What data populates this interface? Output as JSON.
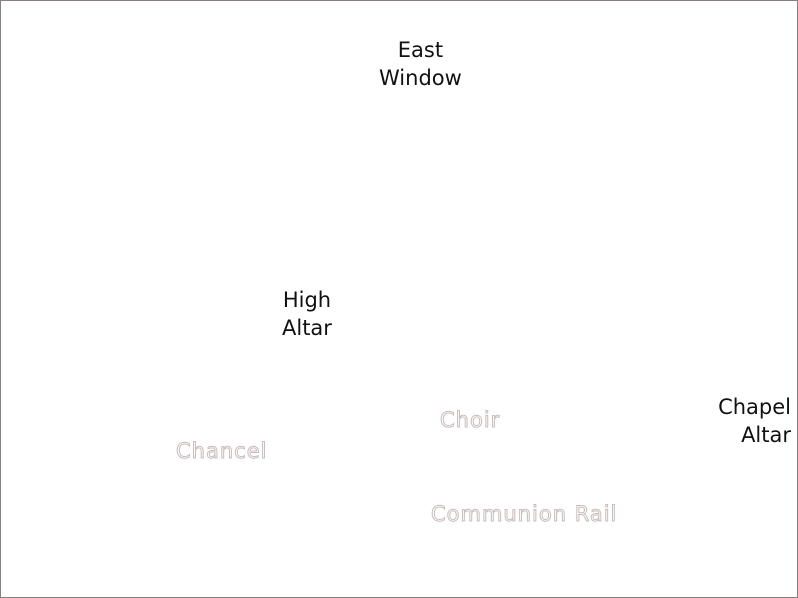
{
  "labels": {
    "east_window": [
      "East",
      "Window"
    ],
    "high_altar": [
      "High",
      "Altar"
    ],
    "chapel_altar": [
      "Chapel",
      "Altar"
    ]
  },
  "faint_labels": {
    "choir": "Choir",
    "chancel": "Chancel",
    "communion_rail": "Communion Rail"
  },
  "colors": {
    "label_text": "#111111",
    "faint_text": "#c9bcbc",
    "border": "#8a7f7f"
  }
}
